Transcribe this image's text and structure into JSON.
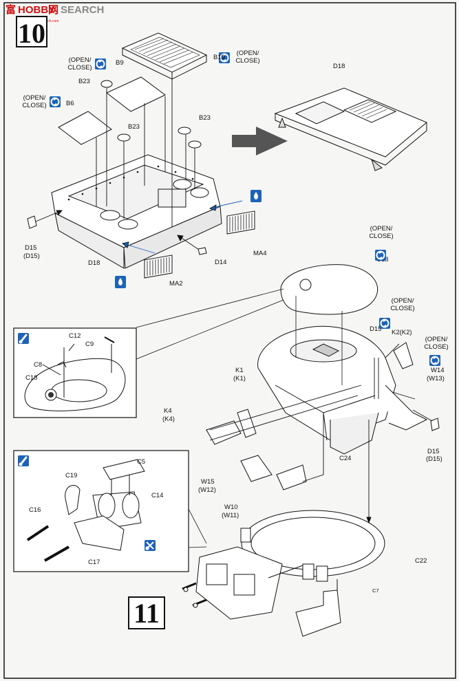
{
  "watermark": {
    "cn": "富",
    "brand": "HOBBY",
    "sub": "网",
    "search": "SEARCH",
    "url": "www.hobbysearch.com"
  },
  "steps": {
    "s10": "10",
    "s11": "11"
  },
  "open_close": "(OPEN/\nCLOSE)",
  "labels": {
    "b19": "B19",
    "b9": "B9",
    "b23a": "B23",
    "b6": "B6",
    "b23b": "B23",
    "b23c": "B23",
    "d15a": "D15",
    "d15a2": "(D15)",
    "d18a": "D18",
    "d14": "D14",
    "ma4": "MA4",
    "ma2": "MA2",
    "d18b": "D18",
    "c18": "C18",
    "d15b": "D15",
    "k2": "K2(K2)",
    "w14": "W14",
    "w13": "(W13)",
    "k1": "K1",
    "k1b": "(K1)",
    "k4": "K4",
    "k4b": "(K4)",
    "c24": "C24",
    "d15c": "D15",
    "d15c2": "(D15)",
    "w15": "W15",
    "w12": "(W12)",
    "w10": "W10",
    "w11": "(W11)",
    "c22": "C22",
    "c7": "C7",
    "i1_c12": "C12",
    "i1_c9": "C9",
    "i1_c8": "C8",
    "i1_c18": "C18",
    "i2_c5": "C5",
    "i2_c19": "C19",
    "i2_c14": "C14",
    "i2_c16": "C16",
    "i2_c17": "C17"
  },
  "colors": {
    "icon_blue": "#1d63b8",
    "ink": "#111111",
    "paper": "#f6f6f4"
  }
}
